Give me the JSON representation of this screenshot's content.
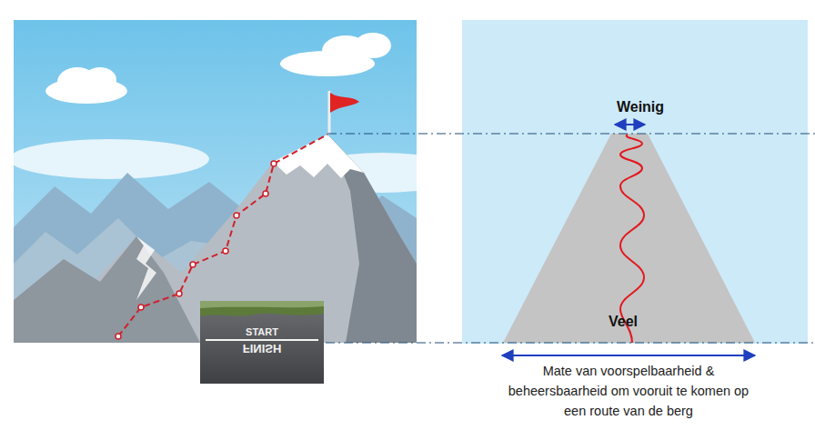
{
  "diagram": {
    "labels": [
      "Weinig",
      "Veel",
      "Mate van voorspelbaarheid & beheersbaarheid om vooruit te komen op een route van de berg",
      "START",
      "FINISH"
    ]
  }
}
